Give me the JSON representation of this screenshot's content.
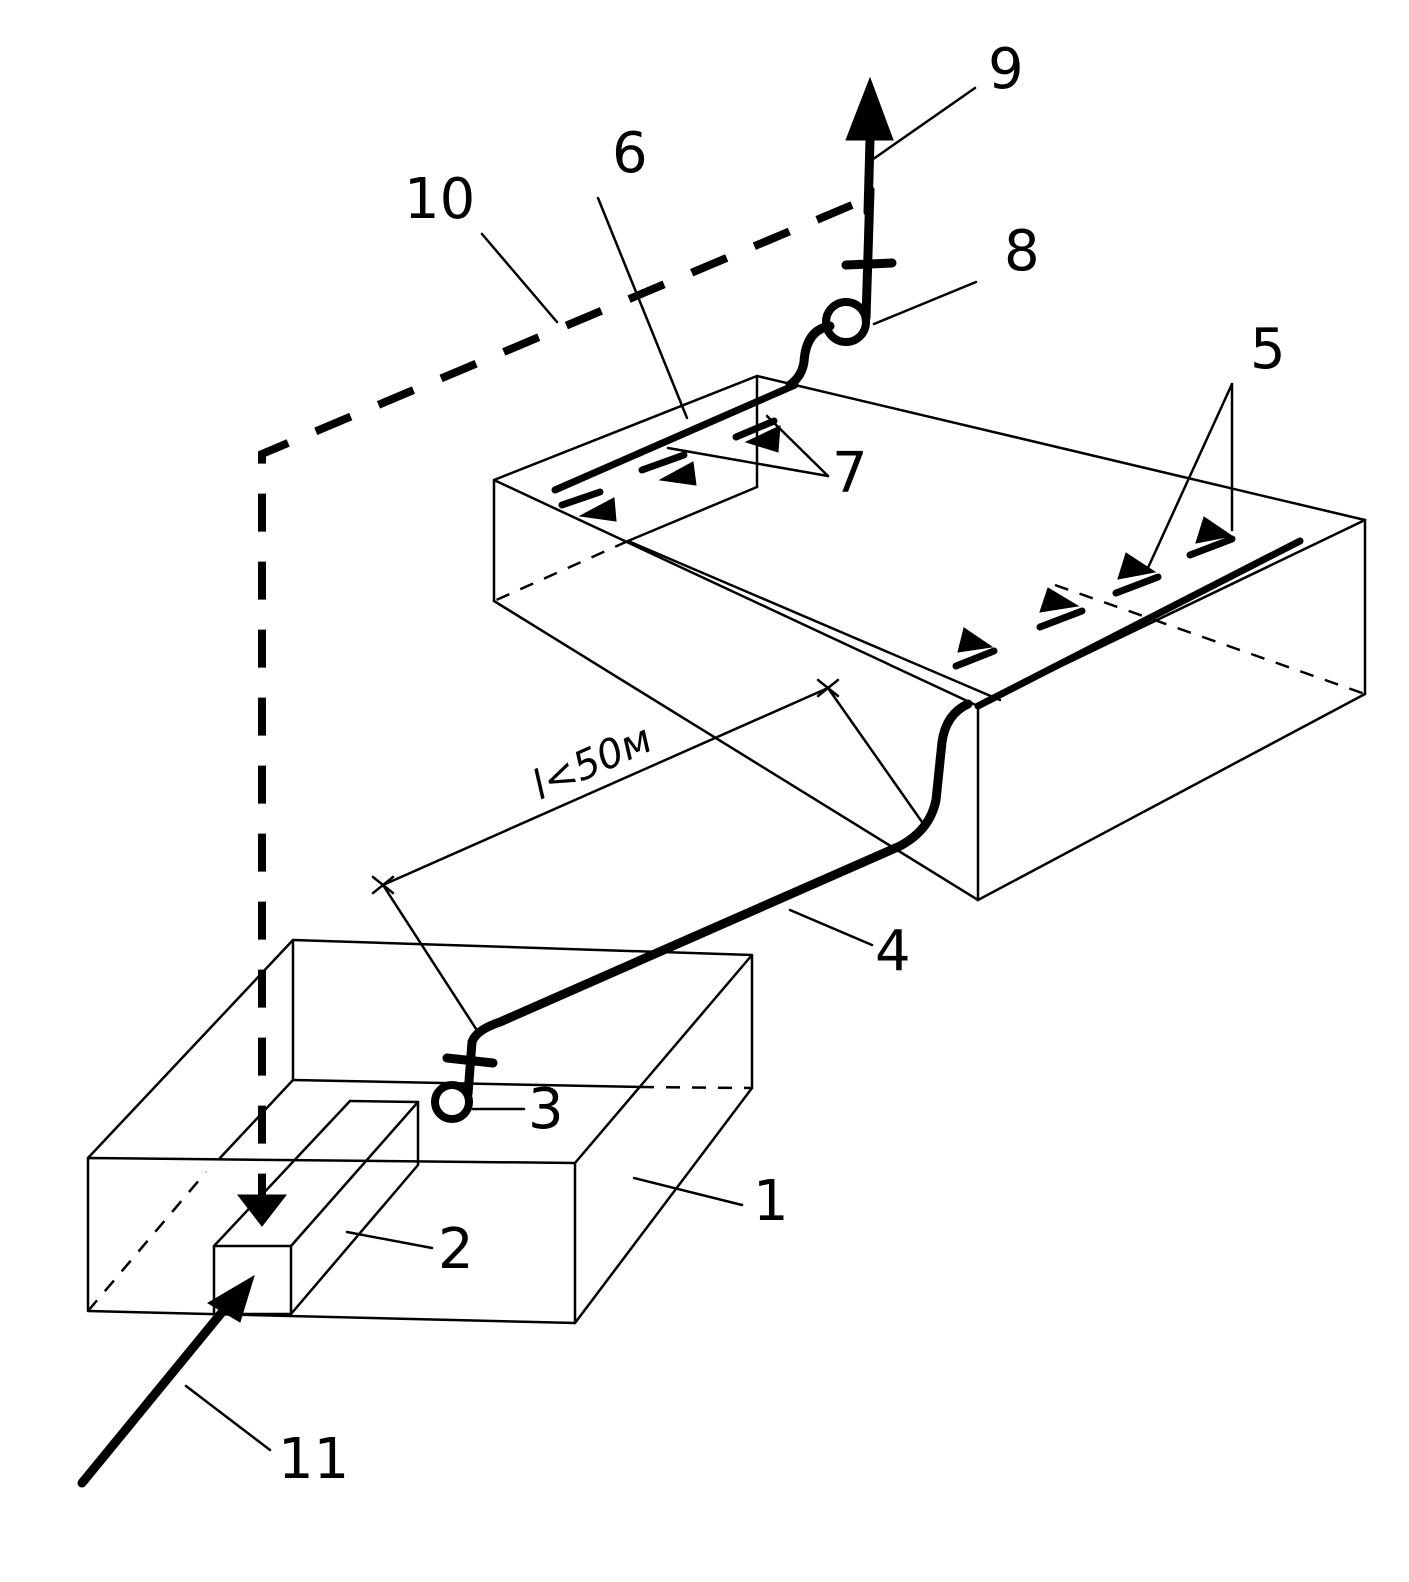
{
  "labels": {
    "l1": "1",
    "l2": "2",
    "l3": "3",
    "l4": "4",
    "l5": "5",
    "l6": "6",
    "l7": "7",
    "l8": "8",
    "l9": "9",
    "l10": "10",
    "l11": "11"
  },
  "dimension": {
    "text": "l<50м"
  }
}
